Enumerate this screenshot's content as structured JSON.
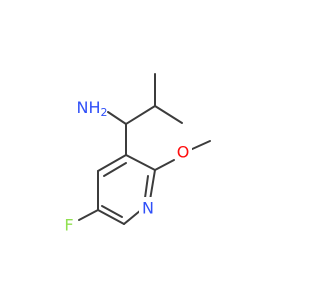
{
  "labels": {
    "amine": "NH",
    "amine_subscript": "2",
    "methoxy_oxygen": "O",
    "ring_nitrogen": "N",
    "fluorine": "F"
  },
  "colors": {
    "bond": "#3c3c3c",
    "nitrogen": "#3050f8",
    "oxygen": "#ff0d0d",
    "fluorine": "#90e050"
  }
}
